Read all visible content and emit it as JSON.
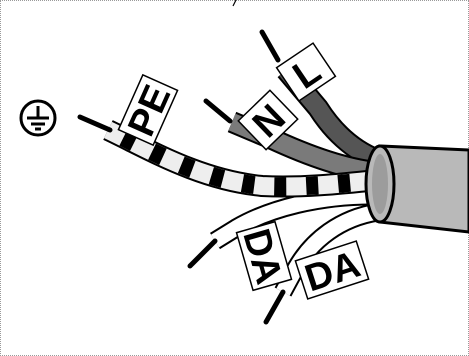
{
  "diagram": {
    "wires": [
      {
        "id": "l",
        "label": "L",
        "color": "#555555"
      },
      {
        "id": "n",
        "label": "N",
        "color": "#7a7a7a"
      },
      {
        "id": "pe",
        "label": "PE",
        "color": "#eeeeee",
        "stripe_color": "#000000"
      },
      {
        "id": "da1",
        "label": "DA",
        "color": "#ffffff"
      },
      {
        "id": "da2",
        "label": "DA",
        "color": "#ffffff"
      }
    ],
    "cable_jacket_color": "#b9b9b9",
    "earth_symbol": "protective-earth-icon"
  }
}
